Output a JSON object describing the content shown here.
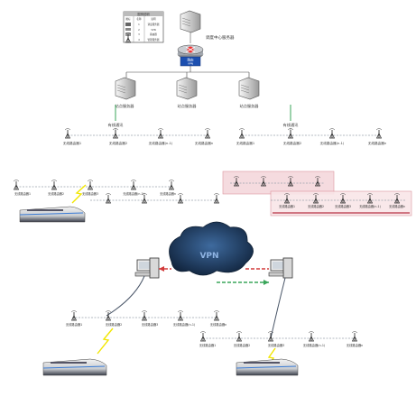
{
  "legend": {
    "title": "图例说明",
    "headers": [
      "图标",
      "名称",
      "说明"
    ],
    "rows": [
      {
        "icon": "server-icon",
        "name": "1",
        "desc": "调度服务器"
      },
      {
        "icon": "router-icon",
        "name": "2",
        "desc": "VPN"
      },
      {
        "icon": "station-icon",
        "name": "3",
        "desc": "路由器"
      },
      {
        "icon": "antenna-icon",
        "name": "4",
        "desc": "管理服务器"
      }
    ]
  },
  "top": {
    "center_server_label": "调度中心服务器",
    "router_label": "路由",
    "router_sub": "VPN",
    "station_servers": [
      "站点服务器",
      "站点服务器",
      "站点服务器"
    ],
    "left_cluster_label": "有线通讯",
    "right_cluster_label": "有线通讯",
    "left_nodes": [
      "无线路由器1",
      "无线路由器2",
      "无线路由器(n-1)",
      "无线路由器n"
    ],
    "right_nodes": [
      "无线路由器1",
      "无线路由器2",
      "无线路由器(n-1)",
      "无线路由器n"
    ]
  },
  "middle": {
    "left_nodes": [
      "无线路由器1",
      "无线路由器2",
      "无线路由器3",
      "无线路由器(n-1)",
      "无线路由器n"
    ],
    "right_nodes": [
      "无线路由器1",
      "无线路由器2",
      "无线路由器3",
      "无线路由器(n-1)",
      "无线路由器n"
    ]
  },
  "bottom": {
    "cloud_label": "VPN",
    "left_nodes": [
      "无线路由器1",
      "无线路由器2",
      "无线路由器3",
      "无线路由器(n-1)",
      "无线路由器n"
    ],
    "right_nodes": [
      "无线路由器1",
      "无线路由器2",
      "无线路由器3",
      "无线路由器(n-1)",
      "无线路由器n"
    ]
  },
  "colors": {
    "cloud": "#1f3f66",
    "arrow_red": "#d23a3a",
    "arrow_green": "#3aa55a",
    "link": "#9aa3ad",
    "lightning": "#f2e600",
    "pink_band": "#f4d8dc",
    "pink_border": "#d98a95"
  }
}
